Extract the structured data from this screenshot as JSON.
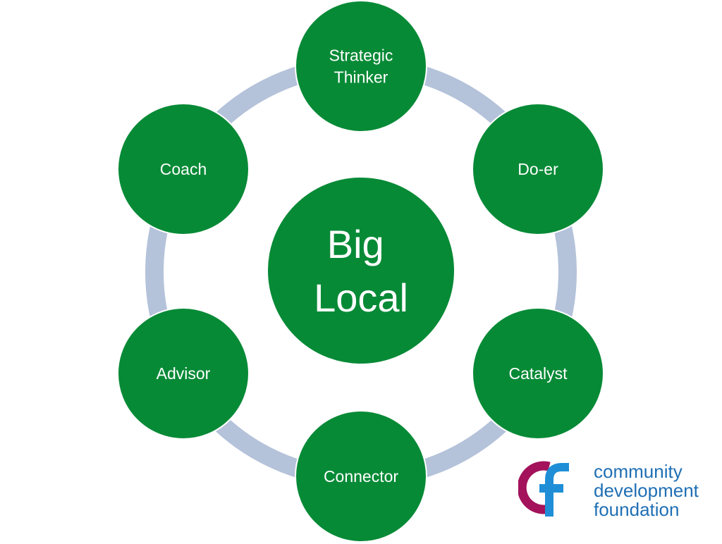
{
  "diagram": {
    "center": {
      "lines": [
        "Big",
        "Local"
      ]
    },
    "nodes": [
      {
        "id": "strategic-thinker",
        "lines": [
          "Strategic",
          "Thinker"
        ]
      },
      {
        "id": "do-er",
        "lines": [
          "Do-er"
        ]
      },
      {
        "id": "catalyst",
        "lines": [
          "Catalyst"
        ]
      },
      {
        "id": "connector",
        "lines": [
          "Connector"
        ]
      },
      {
        "id": "advisor",
        "lines": [
          "Advisor"
        ]
      },
      {
        "id": "coach",
        "lines": [
          "Coach"
        ]
      }
    ],
    "colors": {
      "node_fill": "#078a36",
      "ring": "#b4c2da",
      "text": "#ffffff"
    }
  },
  "logo": {
    "lines": [
      "community",
      "development",
      "foundation"
    ],
    "colors": {
      "text": "#1f6fb4",
      "c_mark": "#a3125b",
      "f_mark": "#1f8ed6"
    }
  }
}
